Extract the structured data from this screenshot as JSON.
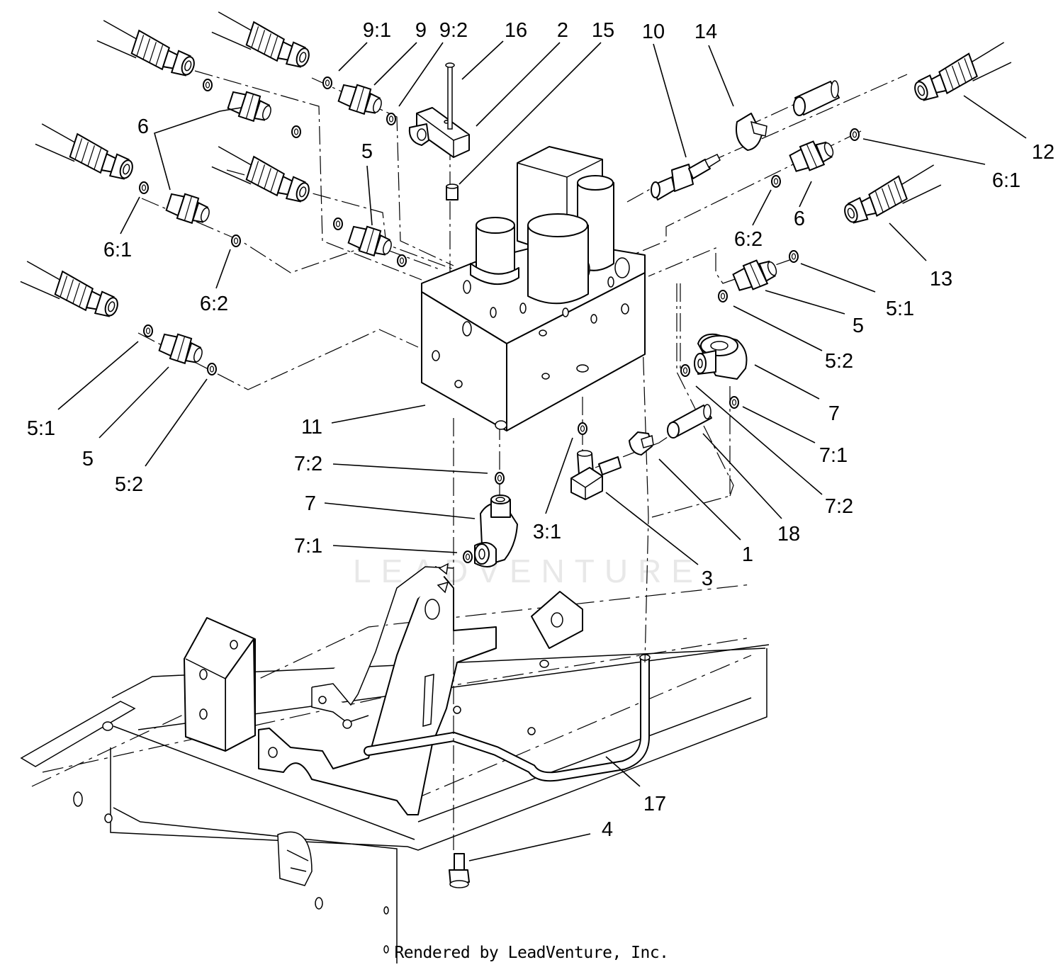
{
  "diagram": {
    "callouts": [
      {
        "id": "c-9-1",
        "text": "9:1"
      },
      {
        "id": "c-9-a",
        "text": "9"
      },
      {
        "id": "c-9-2",
        "text": "9:2"
      },
      {
        "id": "c-16",
        "text": "16"
      },
      {
        "id": "c-2",
        "text": "2"
      },
      {
        "id": "c-15",
        "text": "15"
      },
      {
        "id": "c-10",
        "text": "10"
      },
      {
        "id": "c-14",
        "text": "14"
      },
      {
        "id": "c-12",
        "text": "12"
      },
      {
        "id": "c-6-top",
        "text": "6"
      },
      {
        "id": "c-5-top",
        "text": "5"
      },
      {
        "id": "c-6-1-right",
        "text": "6:1"
      },
      {
        "id": "c-6-right",
        "text": "6"
      },
      {
        "id": "c-6-2-right",
        "text": "6:2"
      },
      {
        "id": "c-6-1-left",
        "text": "6:1"
      },
      {
        "id": "c-6-2-left",
        "text": "6:2"
      },
      {
        "id": "c-13",
        "text": "13"
      },
      {
        "id": "c-5-1-right",
        "text": "5:1"
      },
      {
        "id": "c-5-right",
        "text": "5"
      },
      {
        "id": "c-5-2-right",
        "text": "5:2"
      },
      {
        "id": "c-7-right",
        "text": "7"
      },
      {
        "id": "c-7-1-right",
        "text": "7:1"
      },
      {
        "id": "c-7-2-right",
        "text": "7:2"
      },
      {
        "id": "c-5-1-left",
        "text": "5:1"
      },
      {
        "id": "c-5-left",
        "text": "5"
      },
      {
        "id": "c-5-2-left",
        "text": "5:2"
      },
      {
        "id": "c-11",
        "text": "11"
      },
      {
        "id": "c-7-2-left",
        "text": "7:2"
      },
      {
        "id": "c-7-left",
        "text": "7"
      },
      {
        "id": "c-7-1-left",
        "text": "7:1"
      },
      {
        "id": "c-3-1",
        "text": "3:1"
      },
      {
        "id": "c-3",
        "text": "3"
      },
      {
        "id": "c-1",
        "text": "1"
      },
      {
        "id": "c-18",
        "text": "18"
      },
      {
        "id": "c-17",
        "text": "17"
      },
      {
        "id": "c-4",
        "text": "4"
      }
    ],
    "watermark": "LEADVENTURE"
  },
  "footer": {
    "credit": "Rendered by LeadVenture, Inc."
  }
}
